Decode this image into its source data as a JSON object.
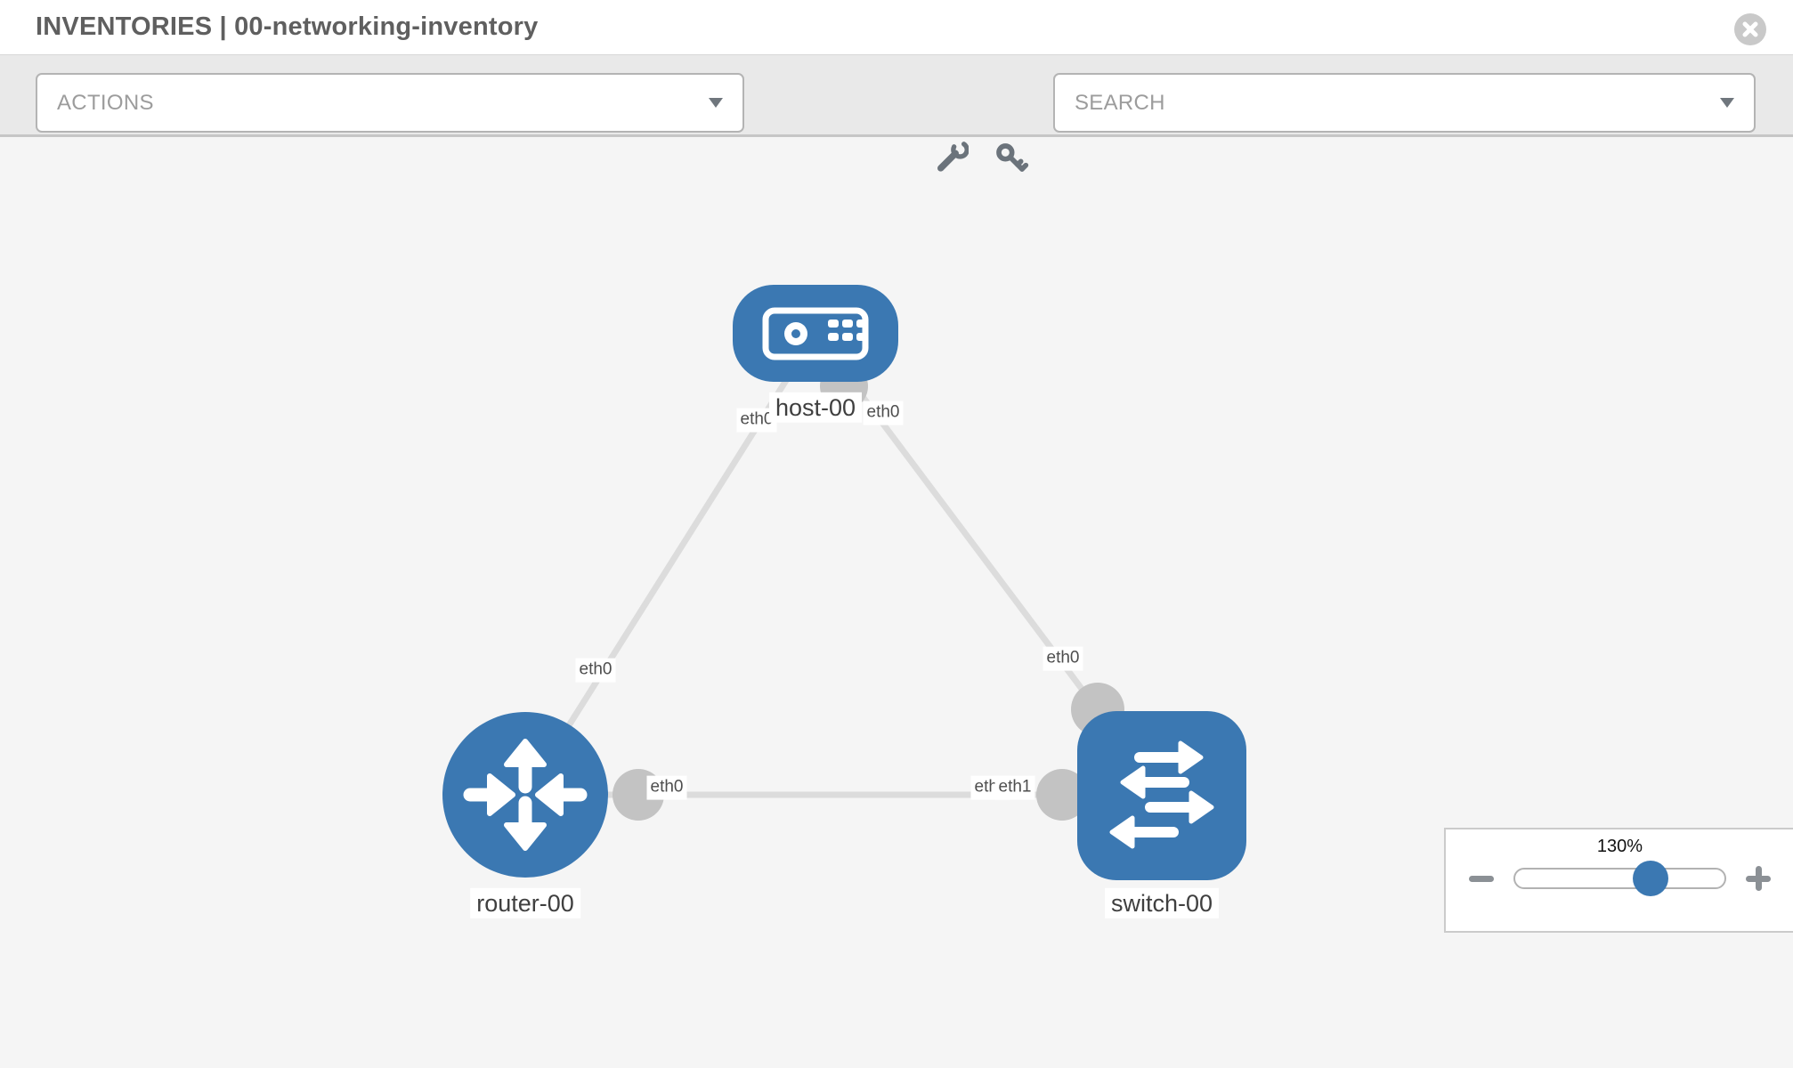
{
  "header": {
    "title": "INVENTORIES | 00-networking-inventory"
  },
  "toolbar": {
    "actions_label": "ACTIONS",
    "search_label": "SEARCH",
    "icons": [
      "wrench-icon",
      "key-icon"
    ]
  },
  "topology": {
    "nodes": [
      {
        "id": "host-00",
        "label": "host-00",
        "type": "host",
        "icon": "server-icon"
      },
      {
        "id": "router-00",
        "label": "router-00",
        "type": "router",
        "icon": "router-arrows-icon"
      },
      {
        "id": "switch-00",
        "label": "switch-00",
        "type": "switch",
        "icon": "switch-arrows-icon"
      }
    ],
    "links": [
      {
        "from": "host-00",
        "to": "router-00",
        "from_interface": "eth0",
        "to_interface": "eth0"
      },
      {
        "from": "host-00",
        "to": "switch-00",
        "from_interface": "eth0",
        "to_interface": "eth0"
      },
      {
        "from": "router-00",
        "to": "switch-00",
        "from_interface": "eth0",
        "to_interface": "eth1",
        "overlapped_interface": "eth0"
      }
    ],
    "colors": {
      "node_fill": "#3b78b2",
      "link": "#dcdcdc",
      "interface_dot": "#c3c3c3",
      "canvas_bg": "#f5f5f5"
    }
  },
  "zoom_control": {
    "level": "130%"
  }
}
